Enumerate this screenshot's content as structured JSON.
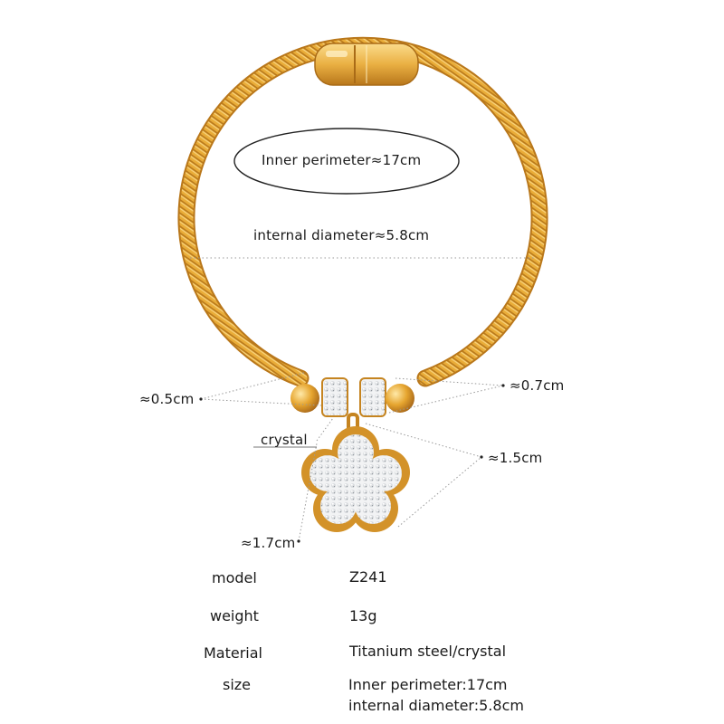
{
  "product": {
    "name": "gold-bracelet-with-crystal-flower-charm",
    "colors": {
      "gold_light": "#f3c257",
      "gold_mid": "#e5a32c",
      "gold_dark": "#b9771a",
      "crystal": "#e9ecef",
      "guide_line": "#9a9a9a"
    }
  },
  "callouts": {
    "inner_perimeter": "Inner perimeter≈17cm",
    "internal_diameter": "internal diameter≈5.8cm",
    "bead_size_left": "≈0.5cm",
    "bead_size_right": "≈0.7cm",
    "crystal": "crystal",
    "charm_height": "≈1.5cm",
    "charm_width": "≈1.7cm"
  },
  "specs": {
    "model_label": "model",
    "model_value": "Z241",
    "weight_label": "weight",
    "weight_value": "13g",
    "material_label": "Material",
    "material_value": "Titanium steel/crystal",
    "size_label": "size",
    "size_value_line1": "Inner perimeter:17cm",
    "size_value_line2": "internal diameter:5.8cm"
  }
}
